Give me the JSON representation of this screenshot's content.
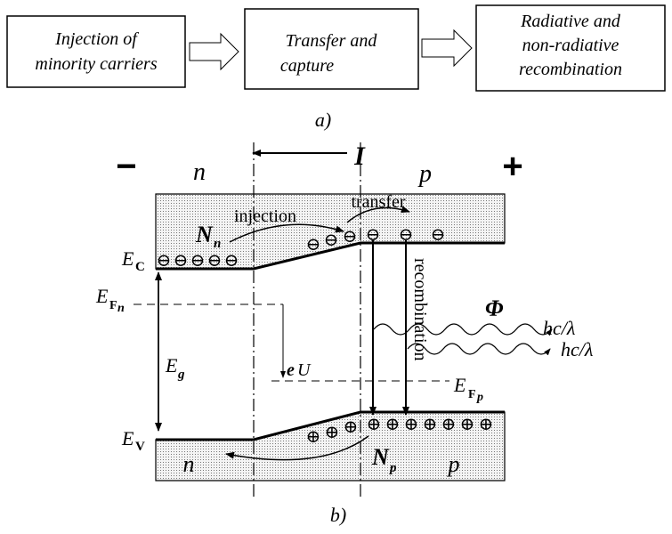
{
  "flow": {
    "box1": [
      "Injection of",
      "minority carriers"
    ],
    "box2": [
      "Transfer and",
      "capture"
    ],
    "box3": [
      "Radiative and",
      "non-radiative",
      "recombination"
    ],
    "caption": "a)"
  },
  "band": {
    "minus": "−",
    "plus": "+",
    "n_top": "n",
    "p_top": "p",
    "current": "I",
    "injection": "injection",
    "transfer": "transfer",
    "recombination": "recombination",
    "Nn": "N",
    "Nn_sub": "n",
    "Np": "N",
    "Np_sub": "p",
    "Ec": "E",
    "Ec_sub": "C",
    "Ev": "E",
    "Ev_sub": "V",
    "EFn": "E",
    "EFn_sub": "F",
    "EFn_sub2": "n",
    "EFp": "E",
    "EFp_sub": "F",
    "EFp_sub2": "p",
    "Eg": "E",
    "Eg_sub": "g",
    "eU_e": "e",
    "eU_U": "U",
    "phi": "Φ",
    "hc1": "hc/λ",
    "hc2": "hc/λ",
    "n_bottom": "n",
    "p_bottom": "p",
    "electron_sign": "⊖",
    "hole_sign": "⊕",
    "caption": "b)"
  }
}
